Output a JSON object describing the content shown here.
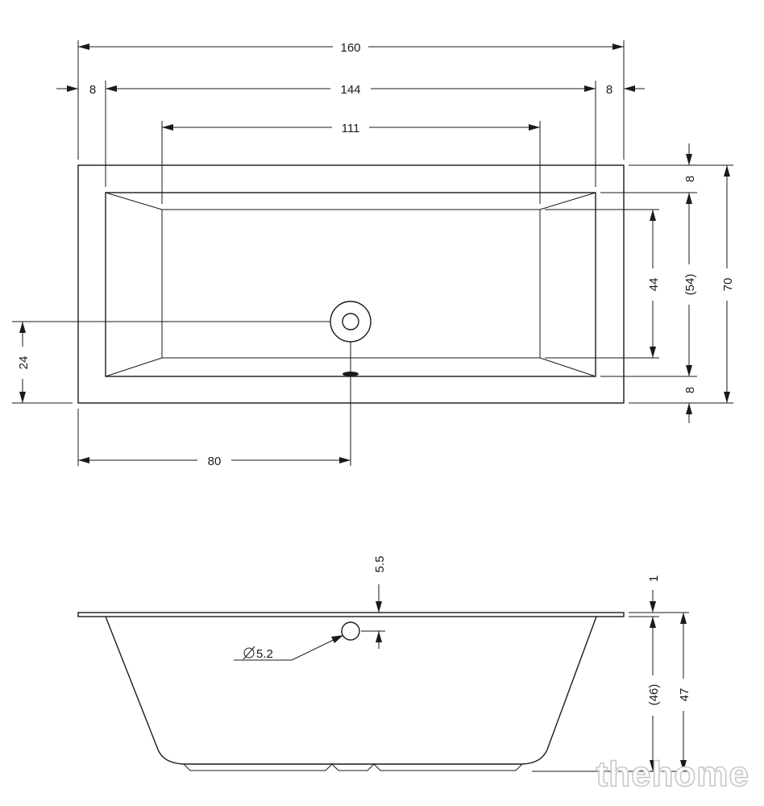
{
  "diagram": {
    "top_view": {
      "total_length": "160",
      "rim_left": "8",
      "inner_length": "144",
      "rim_right": "8",
      "bottom_length": "111",
      "rim_top": "8",
      "bottom_width": "44",
      "inner_width": "(54)",
      "total_width": "70",
      "rim_bottom": "8",
      "drain_offset_y": "24",
      "drain_offset_x": "80"
    },
    "side_view": {
      "overflow_offset": "5.5",
      "rim_thickness": "1",
      "overflow_diameter": "5.2",
      "inner_depth": "(46)",
      "total_depth": "47"
    }
  },
  "watermark": "thehome"
}
